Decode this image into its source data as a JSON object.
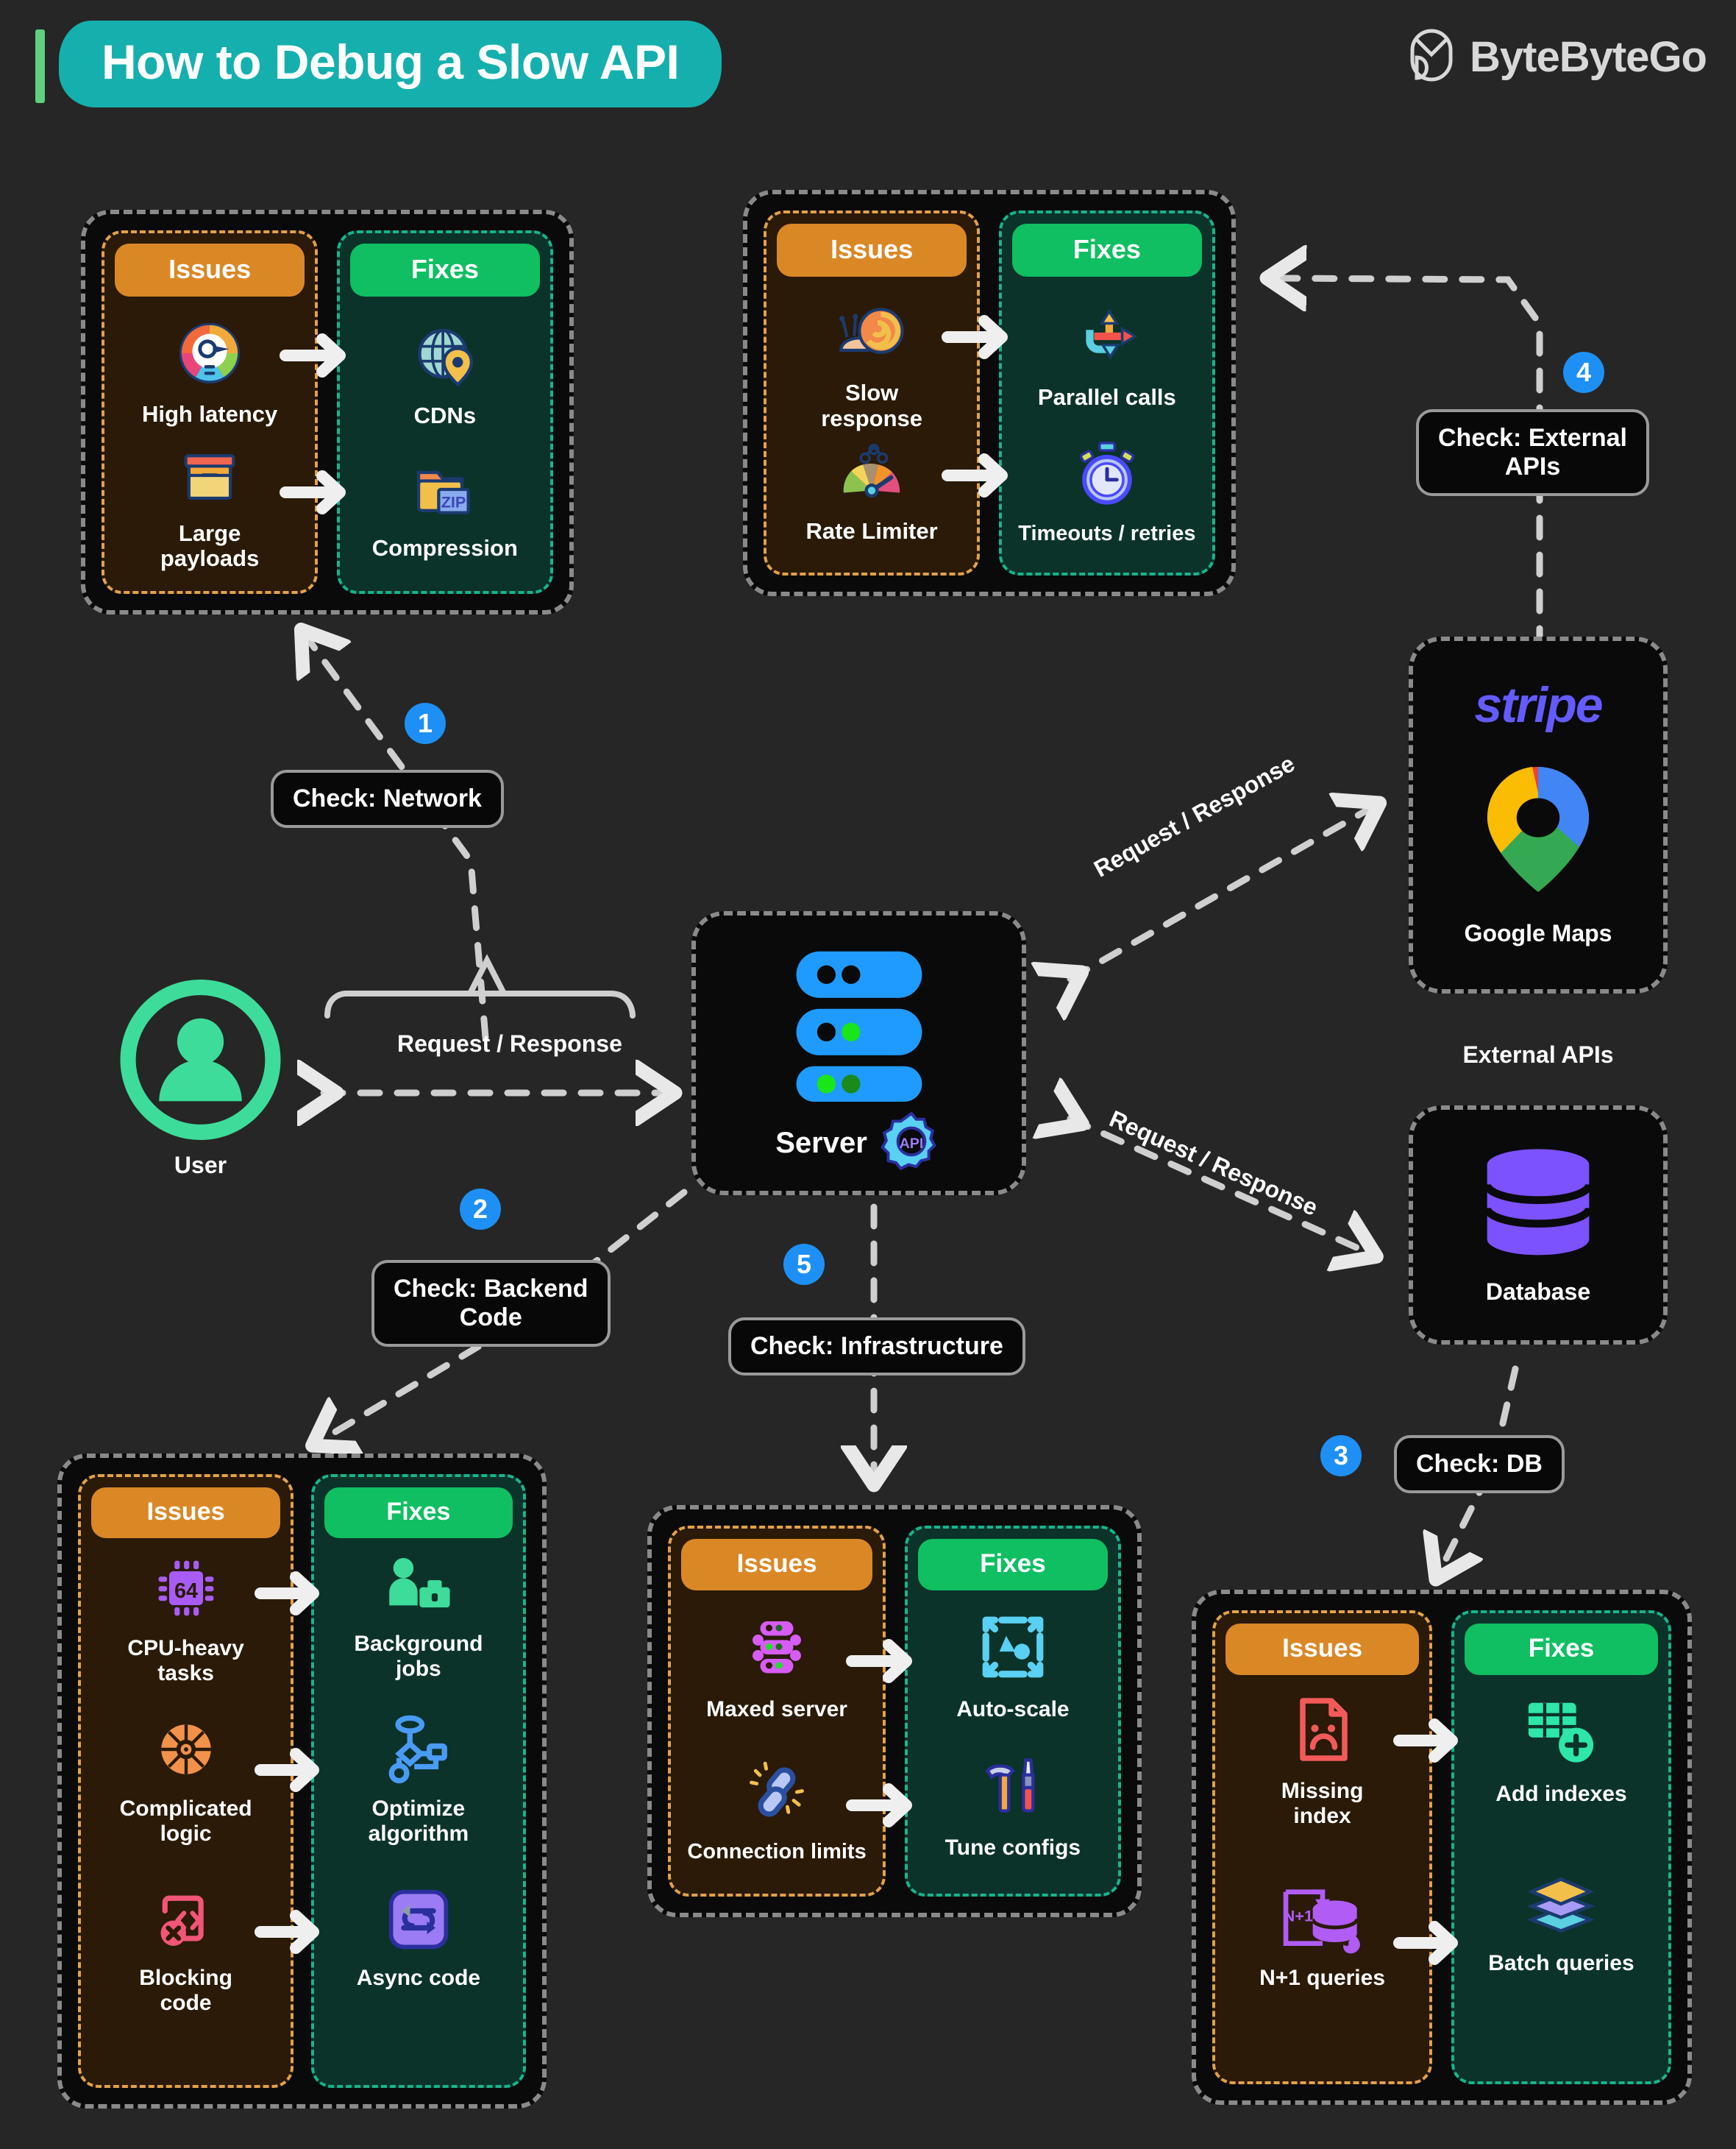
{
  "header": {
    "title": "How to Debug a Slow API",
    "brand": "ByteByteGo",
    "accent_teal": "#15b0ad",
    "accent_green": "#5ed080"
  },
  "labels": {
    "issues": "Issues",
    "fixes": "Fixes"
  },
  "cards": {
    "network": {
      "issues": [
        {
          "label": "High latency",
          "icon": "speedometer-icon"
        },
        {
          "label": "Large\npayloads",
          "icon": "package-box-icon"
        }
      ],
      "fixes": [
        {
          "label": "CDNs",
          "icon": "globe-pin-icon"
        },
        {
          "label": "Compression",
          "icon": "zip-folder-icon"
        }
      ]
    },
    "external_apis": {
      "issues": [
        {
          "label": "Slow\nresponse",
          "icon": "snail-icon"
        },
        {
          "label": "Rate Limiter",
          "icon": "gauge-icon"
        }
      ],
      "fixes": [
        {
          "label": "Parallel calls",
          "icon": "branch-arrows-icon"
        },
        {
          "label": "Timeouts / retries",
          "icon": "stopwatch-icon"
        }
      ]
    },
    "backend_code": {
      "issues": [
        {
          "label": "CPU-heavy\ntasks",
          "icon": "cpu-chip-icon"
        },
        {
          "label": "Complicated\nlogic",
          "icon": "tangled-gear-icon"
        },
        {
          "label": "Blocking\ncode",
          "icon": "code-error-icon"
        }
      ],
      "fixes": [
        {
          "label": "Background\njobs",
          "icon": "worker-briefcase-icon"
        },
        {
          "label": "Optimize\nalgorithm",
          "icon": "flowchart-icon"
        },
        {
          "label": "Async code",
          "icon": "async-loop-icon"
        }
      ]
    },
    "infrastructure": {
      "issues": [
        {
          "label": "Maxed server",
          "icon": "server-stack-icon"
        },
        {
          "label": "Connection limits",
          "icon": "broken-chain-icon"
        }
      ],
      "fixes": [
        {
          "label": "Auto-scale",
          "icon": "scale-out-icon"
        },
        {
          "label": "Tune configs",
          "icon": "hammer-screwdriver-icon"
        }
      ]
    },
    "database": {
      "issues": [
        {
          "label": "Missing\nindex",
          "icon": "sad-file-icon"
        },
        {
          "label": "N+1 queries",
          "icon": "n-plus-one-db-icon",
          "inline_text": "N+1"
        }
      ],
      "fixes": [
        {
          "label": "Add indexes",
          "icon": "table-plus-icon"
        },
        {
          "label": "Batch queries",
          "icon": "layers-icon"
        }
      ]
    }
  },
  "nodes": {
    "user": {
      "label": "User",
      "icon": "user-avatar-icon",
      "color": "#3ddc9a"
    },
    "server": {
      "label": "Server",
      "icon": "server-rack-icon",
      "badge_icon": "api-gear-icon",
      "badge_text": "API",
      "color": "#1f9bff"
    },
    "external_apis": {
      "label": "External APIs",
      "logo_text": "stripe",
      "sub_label": "Google Maps",
      "logo_color": "#635bff"
    },
    "database": {
      "label": "Database",
      "icon": "database-cylinder-icon",
      "color": "#7c52ff"
    }
  },
  "steps": [
    {
      "number": "1",
      "label": "Check: Network"
    },
    {
      "number": "2",
      "label": "Check: Backend\nCode"
    },
    {
      "number": "3",
      "label": "Check: DB"
    },
    {
      "number": "4",
      "label": "Check: External\nAPIs"
    },
    {
      "number": "5",
      "label": "Check: Infrastructure"
    }
  ],
  "edges": {
    "user_server": "Request / Response",
    "server_external": "Request / Response",
    "server_database": "Request / Response"
  }
}
